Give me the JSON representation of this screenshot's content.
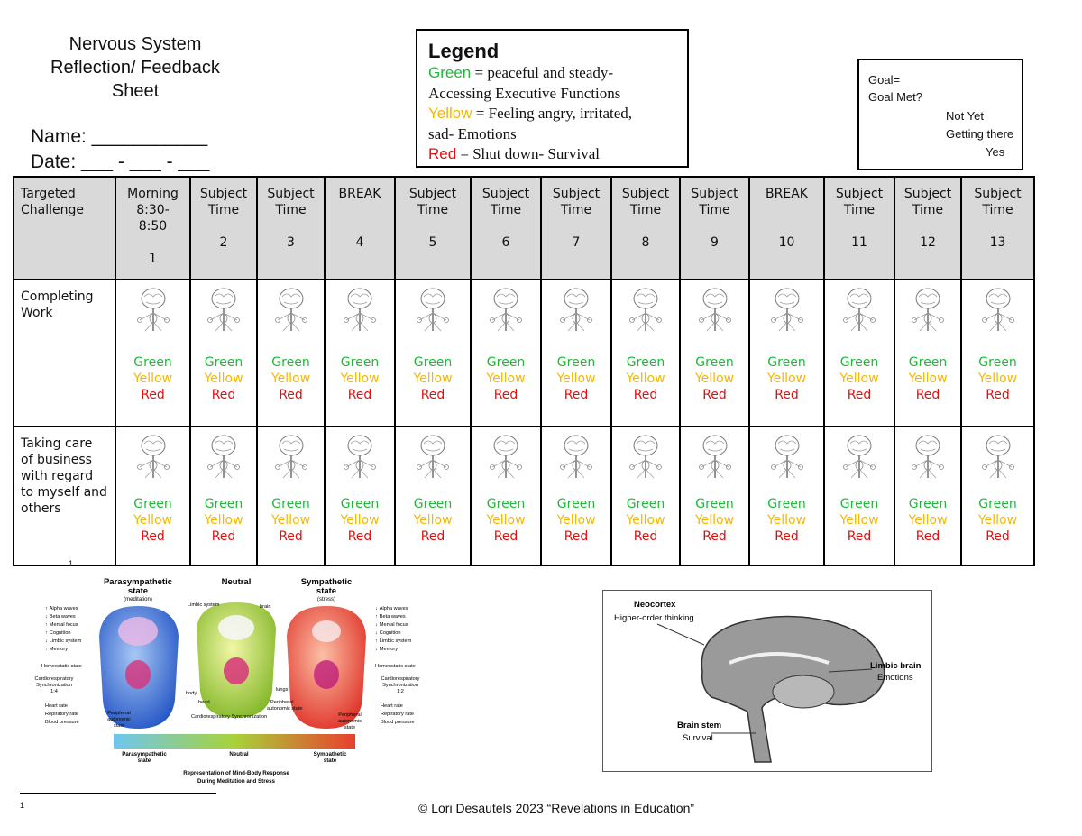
{
  "sheet": {
    "title_lines": [
      "Nervous System",
      "Reflection/ Feedback",
      "Sheet"
    ],
    "name_label": "Name: ___________",
    "date_label": "Date: ___  -  ___  -  ___"
  },
  "legend": {
    "heading": "Legend",
    "green_word": "Green",
    "green_text": " = peaceful and steady-",
    "green_text2": "Accessing Executive Functions",
    "yellow_word": "Yellow",
    "yellow_text": " = Feeling angry, irritated,",
    "yellow_text2": "sad- Emotions",
    "red_word": "Red",
    "red_text": " = Shut down- Survival"
  },
  "goal": {
    "goal_label": "Goal=",
    "met_label": "Goal Met?",
    "opt_not_yet": "Not Yet",
    "opt_getting": "Getting there",
    "opt_yes": "Yes"
  },
  "table": {
    "corner_header": "Targeted Challenge",
    "periods": [
      {
        "label": "Morning 8:30-8:50",
        "lines": [
          "Morning",
          "8:30-",
          "8:50"
        ],
        "num": "1"
      },
      {
        "label": "Subject Time",
        "lines": [
          "Subject",
          "Time"
        ],
        "num": "2"
      },
      {
        "label": "Subject Time",
        "lines": [
          "Subject",
          "Time"
        ],
        "num": "3"
      },
      {
        "label": "BREAK",
        "lines": [
          "BREAK",
          ""
        ],
        "num": "4"
      },
      {
        "label": "Subject Time",
        "lines": [
          "Subject",
          "Time"
        ],
        "num": "5"
      },
      {
        "label": "Subject Time",
        "lines": [
          "Subject",
          "Time"
        ],
        "num": "6"
      },
      {
        "label": "Subject Time",
        "lines": [
          "Subject",
          "Time"
        ],
        "num": "7"
      },
      {
        "label": "Subject Time",
        "lines": [
          "Subject",
          "Time"
        ],
        "num": "8"
      },
      {
        "label": "Subject Time",
        "lines": [
          "Subject",
          "Time"
        ],
        "num": "9"
      },
      {
        "label": "BREAK",
        "lines": [
          "BREAK",
          ""
        ],
        "num": "10"
      },
      {
        "label": "Subject Time",
        "lines": [
          "Subject",
          "Time"
        ],
        "num": "11"
      },
      {
        "label": "Subject Time",
        "lines": [
          "Subject",
          "Time"
        ],
        "num": "12"
      },
      {
        "label": "Subject Time",
        "lines": [
          "Subject",
          "Time"
        ],
        "num": "13"
      }
    ],
    "challenges": [
      {
        "lines": [
          "Completing",
          "Work"
        ]
      },
      {
        "lines": [
          "Taking care",
          "of business",
          "with regard",
          "to myself and",
          "others"
        ]
      }
    ],
    "rating": {
      "green": "Green",
      "yellow": "Yellow",
      "red": "Red"
    }
  },
  "footnote_ref": "1",
  "diagram": {
    "parasym_title": "Parasympathetic",
    "parasym_title2": "state",
    "parasym_sub": "(meditation)",
    "neutral_title": "Neutral",
    "sym_title": "Sympathetic",
    "sym_title2": "state",
    "sym_sub": "(stress)",
    "left_list": [
      "Alpha waves",
      "Beta waves",
      "Mental focus",
      "Cognition",
      "Limbic system",
      "Memory"
    ],
    "left_arrows": [
      "↑",
      "↓",
      "↑",
      "↑",
      "↓",
      "↑"
    ],
    "left_homeo": "Homeostatic state",
    "left_cardio": [
      "Cardiorespiratory",
      "Synchronization",
      "1:4"
    ],
    "left_vitals": [
      "Heart rate",
      "Repiratory rate",
      "Blood pressure"
    ],
    "left_periph": [
      "Peripheral",
      "autonomic",
      "state"
    ],
    "right_list": [
      "Alpha waves",
      "Beta waves",
      "Mental focus",
      "Cognition",
      "Limbic system",
      "Memory"
    ],
    "right_arrows": [
      "↓",
      "↑",
      "↓",
      "↓",
      "↑",
      "↓"
    ],
    "right_homeo": "Homeostatic state",
    "right_cardio": [
      "Cardiorespiratory",
      "Synchronization",
      "1:2"
    ],
    "right_vitals": [
      "Heart rate",
      "Repiratory rate",
      "Blood pressure"
    ],
    "right_periph": [
      "Peripheral",
      "autonomic",
      "state"
    ],
    "center_limbic": "Limbic system",
    "center_brain": "brain",
    "center_body": "body",
    "center_heart": "heart",
    "center_lungs": "lungs",
    "center_periph": [
      "Peripheral",
      "autonomic state"
    ],
    "center_cardio": "Cardiorespiratory Synchronization",
    "scale_left": [
      "Parasympathetic",
      "state"
    ],
    "scale_mid": "Neutral",
    "scale_right": [
      "Sympathetic",
      "state"
    ],
    "caption": [
      "Representation of Mind-Body Response",
      "During Meditation and Stress"
    ],
    "colors": {
      "blue": "#3b6fd8",
      "green": "#9fc83a",
      "red": "#e8473a"
    }
  },
  "brain_figure": {
    "neocortex": "Neocortex",
    "neocortex_sub": "Higher-order thinking",
    "limbic": "Limbic brain",
    "limbic_sub": "Emotions",
    "stem": "Brain stem",
    "stem_sub": "Survival"
  },
  "footnote": "1",
  "copyright": "© Lori Desautels 2023 “Revelations in Education”"
}
